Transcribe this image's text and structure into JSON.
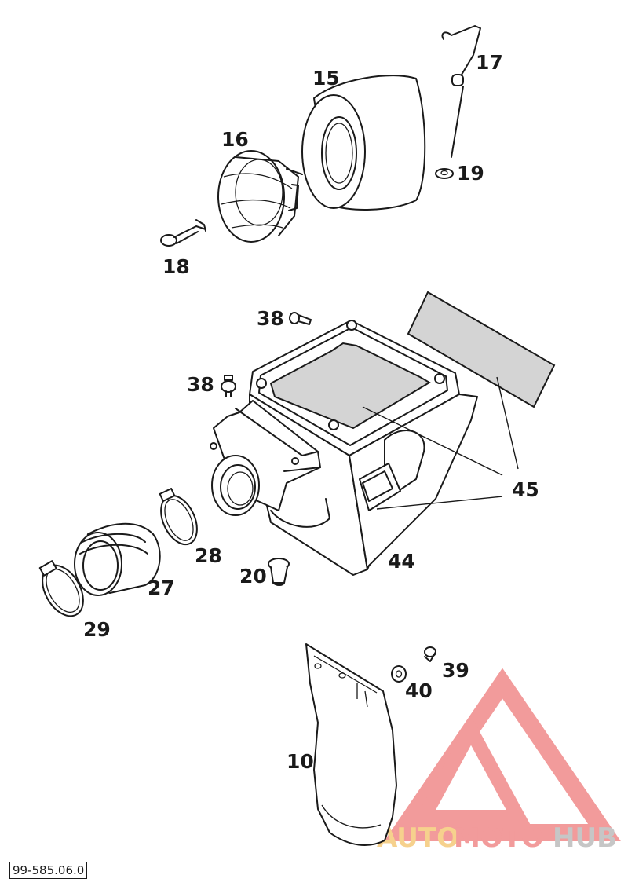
{
  "diagram": {
    "part_labels": {
      "p10": "10",
      "p15": "15",
      "p16": "16",
      "p17": "17",
      "p18": "18",
      "p19": "19",
      "p20": "20",
      "p27": "27",
      "p28": "28",
      "p29": "29",
      "p38a": "38",
      "p38b": "38",
      "p39": "39",
      "p40": "40",
      "p44": "44",
      "p45": "45"
    },
    "drawing_code": "99-585.06.0"
  },
  "watermark": {
    "word_auto": "AUTO",
    "word_moto": "MOTO",
    "word_hub": "HUB",
    "colors": {
      "triangle": "#f08a8a",
      "auto": "#f5c97a",
      "moto": "#f08a8a",
      "hub": "#bdbdbd"
    }
  }
}
